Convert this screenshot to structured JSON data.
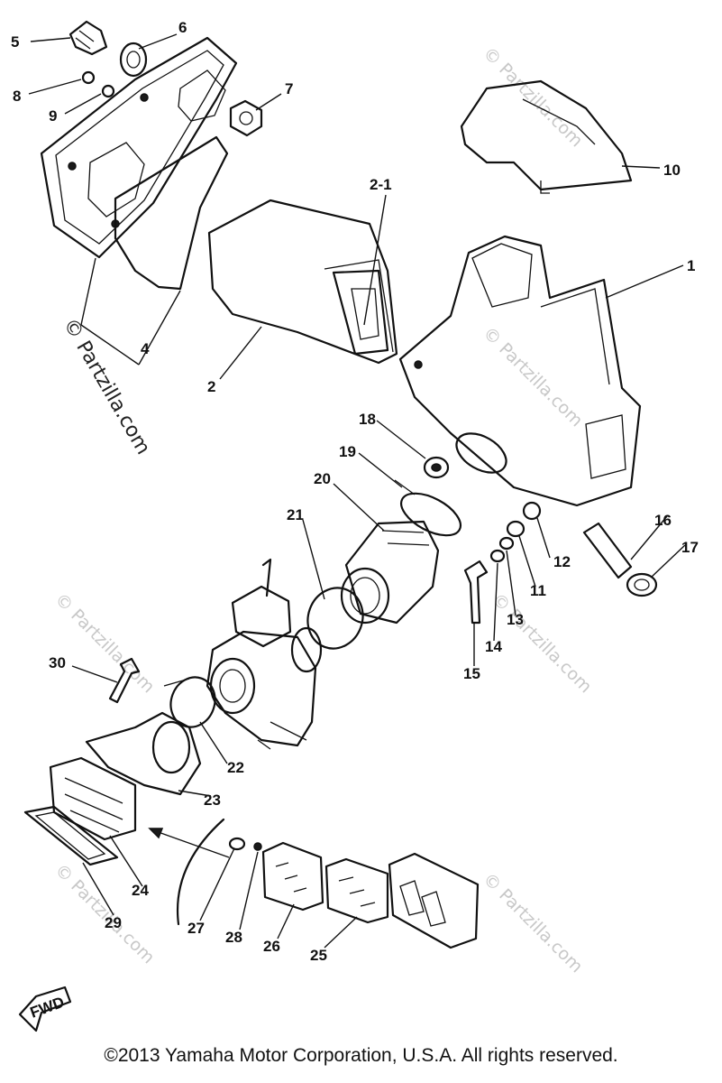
{
  "diagram": {
    "callouts": [
      {
        "id": "c5",
        "text": "5"
      },
      {
        "id": "c6",
        "text": "6"
      },
      {
        "id": "c8",
        "text": "8"
      },
      {
        "id": "c9",
        "text": "9"
      },
      {
        "id": "c7",
        "text": "7"
      },
      {
        "id": "c10",
        "text": "10"
      },
      {
        "id": "c2-1",
        "text": "2-1"
      },
      {
        "id": "c1",
        "text": "1"
      },
      {
        "id": "c4",
        "text": "4"
      },
      {
        "id": "c2",
        "text": "2"
      },
      {
        "id": "c18",
        "text": "18"
      },
      {
        "id": "c19",
        "text": "19"
      },
      {
        "id": "c20",
        "text": "20"
      },
      {
        "id": "c21",
        "text": "21"
      },
      {
        "id": "c16",
        "text": "16"
      },
      {
        "id": "c17",
        "text": "17"
      },
      {
        "id": "c12",
        "text": "12"
      },
      {
        "id": "c11",
        "text": "11"
      },
      {
        "id": "c13",
        "text": "13"
      },
      {
        "id": "c14",
        "text": "14"
      },
      {
        "id": "c15",
        "text": "15"
      },
      {
        "id": "c30",
        "text": "30"
      },
      {
        "id": "c22",
        "text": "22"
      },
      {
        "id": "c23",
        "text": "23"
      },
      {
        "id": "c24",
        "text": "24"
      },
      {
        "id": "c29",
        "text": "29"
      },
      {
        "id": "c27",
        "text": "27"
      },
      {
        "id": "c28",
        "text": "28"
      },
      {
        "id": "c26",
        "text": "26"
      },
      {
        "id": "c25",
        "text": "25"
      }
    ],
    "fwd_label": "FWD",
    "watermark": "© Partzilla.com"
  },
  "footer": {
    "copyright": "©2013 Yamaha Motor Corporation, U.S.A. All rights reserved."
  }
}
